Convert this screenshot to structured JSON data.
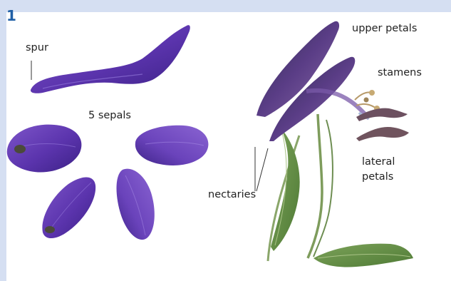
{
  "figure": {
    "number": "1",
    "labels": {
      "spur": "spur",
      "sepals": "5 sepals",
      "upper_petals": "upper petals",
      "stamens": "stamens",
      "lateral_petals": "lateral\npetals",
      "nectaries": "nectaries"
    }
  }
}
